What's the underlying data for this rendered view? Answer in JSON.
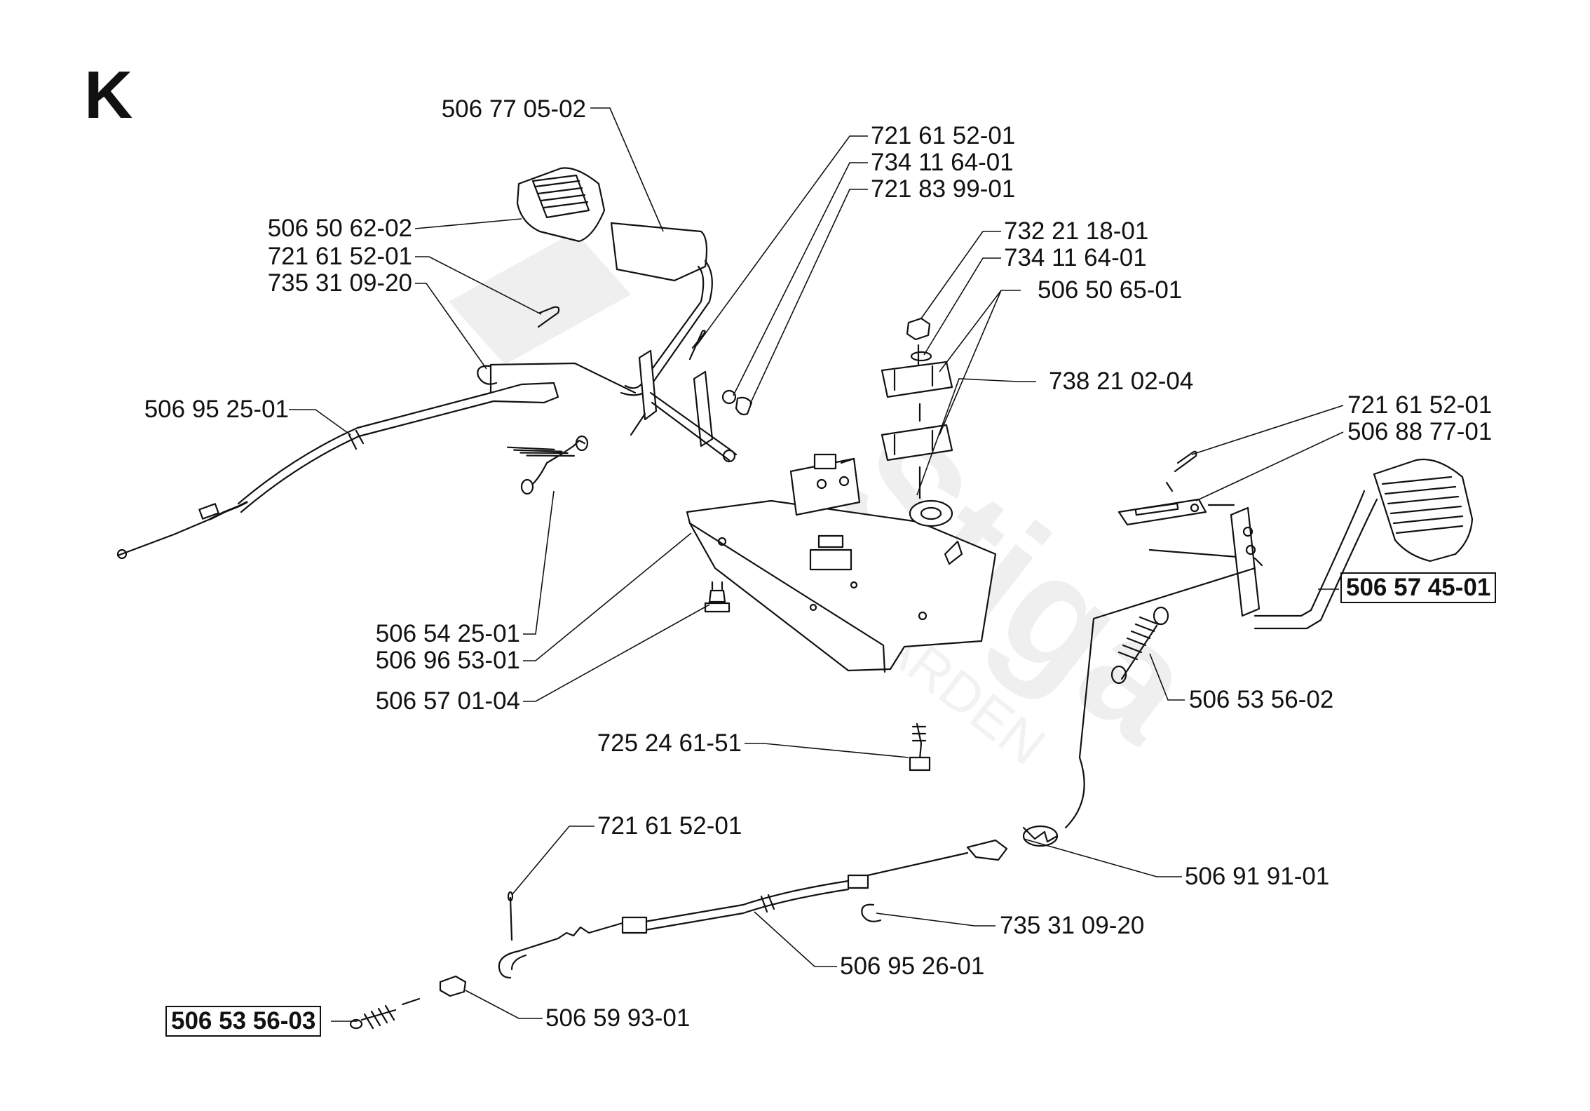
{
  "section_letter": "K",
  "watermark": "Stiga GARDEN",
  "part_labels": [
    "506 77 05-02",
    "721 61 52-01",
    "734 11 64-01",
    "721 83 99-01",
    "506 50 62-02",
    "721 61 52-01",
    "735 31 09-20",
    "732 21 18-01",
    "734 11 64-01",
    "506 50 65-01",
    "738 21 02-04",
    "506 95 25-01",
    "721 61 52-01",
    "506 88 77-01",
    "506 57 45-01",
    "506 54 25-01",
    "506 96 53-01",
    "506 57 01-04",
    "506 53 56-02",
    "725 24 61-51",
    "721 61 52-01",
    "506 91 91-01",
    "735 31 09-20",
    "506 95 26-01",
    "506 59 93-01",
    "506 53 56-03"
  ],
  "colors": {
    "line": "#111111",
    "watermark": "#eeeeee",
    "fill": "#ffffff"
  }
}
